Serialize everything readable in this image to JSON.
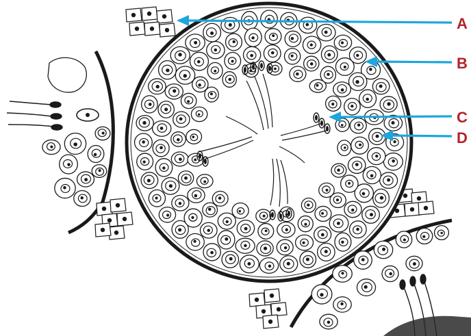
{
  "colors": {
    "ink": "#1a1a1a",
    "arrow": "#1ea5dc",
    "label": "#b3232b",
    "paper": "#ffffff"
  },
  "labels": {
    "a": "A",
    "b": "B",
    "c": "C",
    "d": "D"
  }
}
